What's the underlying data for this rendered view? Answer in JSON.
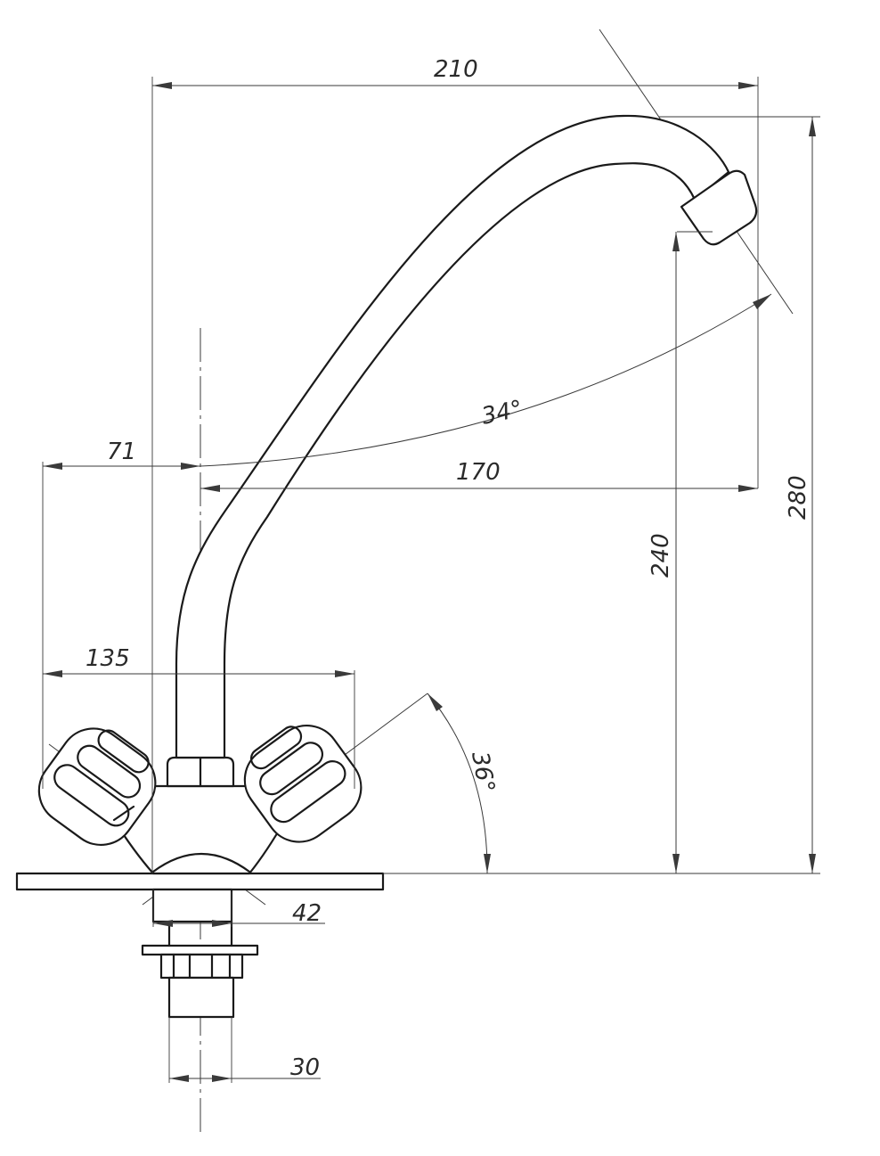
{
  "dimensions": {
    "width_total": "210",
    "spout_reach": "170",
    "left_offset": "71",
    "handles_span": "135",
    "base_diameter": "42",
    "shank_diameter": "30",
    "spout_height": "240",
    "total_height": "280",
    "spout_angle": "34°",
    "handle_angle": "36°"
  }
}
